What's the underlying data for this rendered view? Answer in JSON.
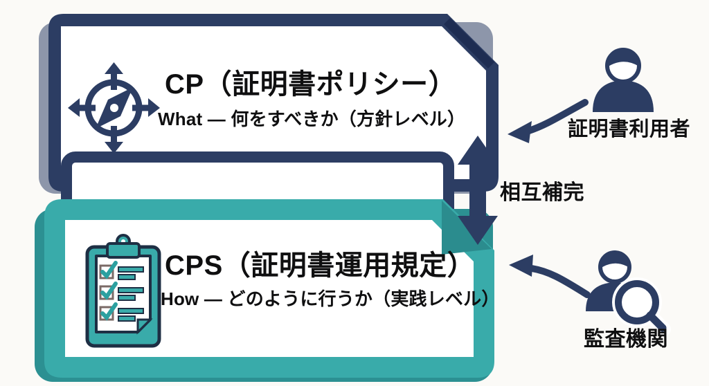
{
  "diagram": {
    "cp_box": {
      "title": "CP（証明書ポリシー）",
      "subtitle": "What ― 何をすべきか（方針レベル）",
      "icon": "compass-icon"
    },
    "cps_box": {
      "title": "CPS（証明書運用規定）",
      "subtitle": "How ― どのように行うか（実践レベル）",
      "icon": "clipboard-checklist-icon"
    },
    "relation_label": "相互補完",
    "actors": [
      {
        "label": "証明書利用者",
        "icon": "person-icon"
      },
      {
        "label": "監査機関",
        "icon": "auditor-magnifier-icon"
      }
    ],
    "colors": {
      "navy": "#2c3d63",
      "navy_dark": "#1e2d52",
      "teal": "#39abaa",
      "teal_dark": "#2c9092",
      "shadow_gray": "#8d96aa",
      "text": "#0f0f10",
      "background": "#fbfaf7"
    }
  }
}
